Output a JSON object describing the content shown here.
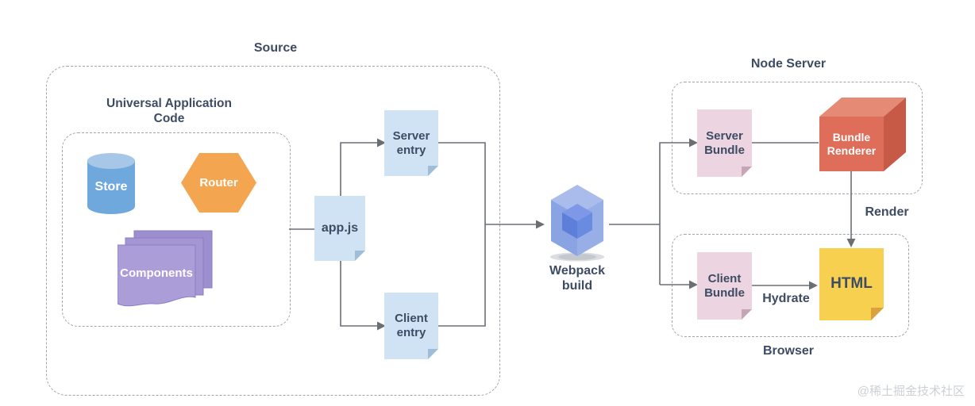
{
  "groups": {
    "source": {
      "label": "Source"
    },
    "universal": {
      "label": "Universal Application Code"
    },
    "node_server": {
      "label": "Node Server"
    },
    "browser": {
      "label": "Browser"
    }
  },
  "nodes": {
    "store": {
      "label": "Store",
      "shape": "cylinder"
    },
    "router": {
      "label": "Router",
      "shape": "hexagon"
    },
    "components": {
      "label": "Components",
      "shape": "page-stack"
    },
    "app_js": {
      "label": "app.js",
      "shape": "note"
    },
    "server_entry": {
      "label": "Server entry",
      "shape": "note"
    },
    "client_entry": {
      "label": "Client entry",
      "shape": "note"
    },
    "webpack": {
      "label": "Webpack build",
      "shape": "webpack-cube"
    },
    "server_bundle": {
      "label": "Server Bundle",
      "shape": "note"
    },
    "bundle_renderer": {
      "label": "Bundle Renderer",
      "shape": "cube-3d"
    },
    "client_bundle": {
      "label": "Client Bundle",
      "shape": "note"
    },
    "html": {
      "label": "HTML",
      "shape": "note"
    }
  },
  "edge_labels": {
    "render": "Render",
    "hydrate": "Hydrate"
  },
  "watermark": "@稀土掘金技术社区",
  "colors": {
    "text_navy": "#3d4b63",
    "line_gray": "#6a6f74",
    "dash_gray": "#a0a5ab",
    "store_blue": "#6fa8dc",
    "store_blue_light": "#a6c7e7",
    "router_orange": "#f4a54f",
    "components_purple": "#ab9ed8",
    "components_purple_mid": "#a396d3",
    "components_purple_dark": "#9d8fcf",
    "components_stroke": "#8d7cc2",
    "note_blue": "#cfe3f4",
    "note_blue_fold": "#9dbdd8",
    "note_pink": "#ecd4e0",
    "note_pink_fold": "#c7a5b6",
    "note_yellow": "#f8d04f",
    "note_yellow_fold": "#d9a23c",
    "cube_red_top": "#e58a74",
    "cube_red_front": "#de6e59",
    "cube_red_side": "#c65a46",
    "webpack_outer_top": "#a9bcec",
    "webpack_outer_left": "#8aa3e3",
    "webpack_outer_right": "#97afe6",
    "webpack_inner_top": "#7e97e6",
    "webpack_inner_left": "#5d7ed9",
    "webpack_inner_right": "#6a8ce0",
    "watermark_gray": "#ccd0d5"
  }
}
